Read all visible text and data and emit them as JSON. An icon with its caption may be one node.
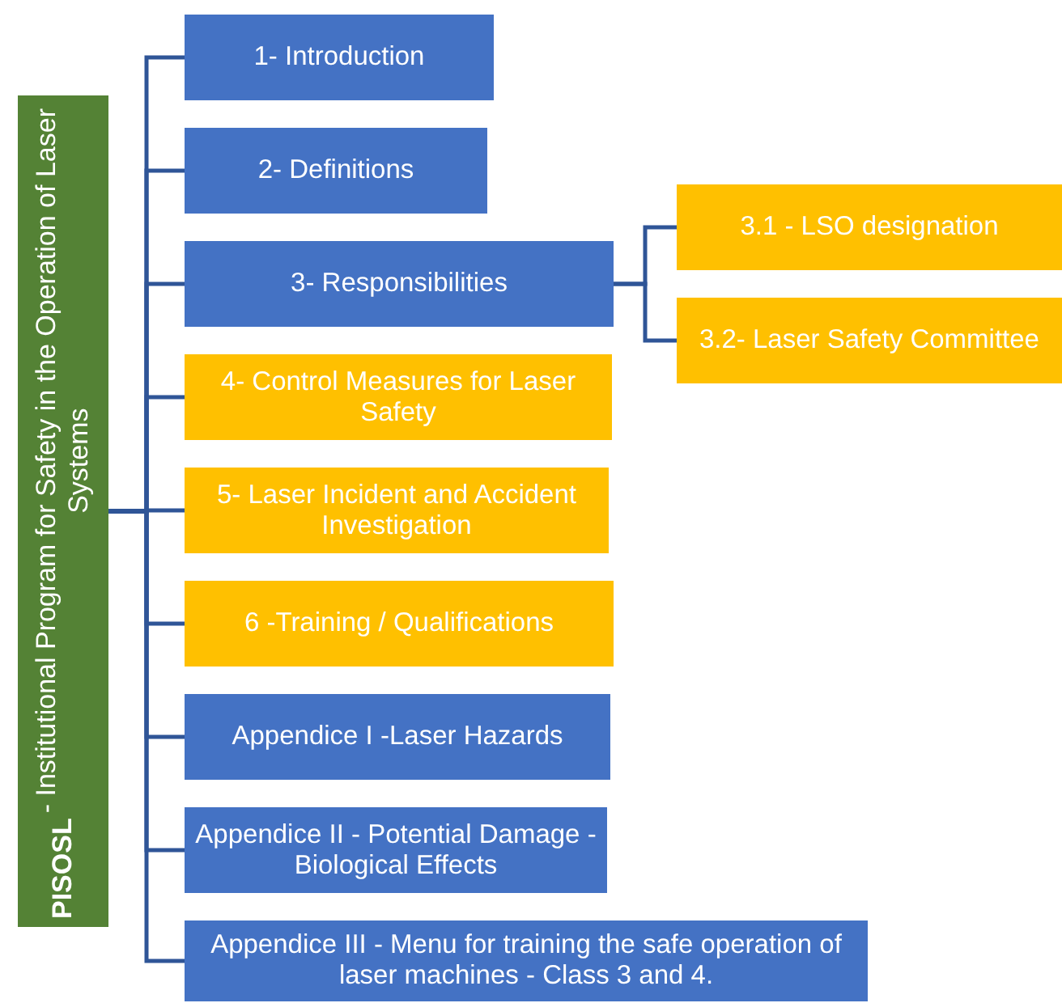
{
  "diagram": {
    "nodes": [
      {
        "text": [
          "**PISOSL** - Institutional Program for Safety in the Operation of Laser Systems"
        ]
      },
      {
        "text": [
          "1- Introduction"
        ]
      },
      {
        "text": [
          "2- Definitions"
        ]
      },
      {
        "text": [
          "3- Responsibilities"
        ]
      },
      {
        "text": [
          "4- Control Measures for Laser Safety"
        ]
      },
      {
        "text": [
          "5- Laser Incident and Accident Investigation"
        ]
      },
      {
        "text": [
          "6 -Training / Qualifications"
        ]
      },
      {
        "text": [
          "Appendice I -Laser Hazards"
        ]
      },
      {
        "text": [
          "Appendice II - Potential Damage - Biological Effects"
        ]
      },
      {
        "text": [
          "Appendice III - Menu for training the safe operation of laser machines - Class 3 and 4."
        ]
      },
      {
        "text": [
          "3.1 - LSO designation"
        ]
      },
      {
        "text": [
          "3.2- Laser Safety Committee"
        ]
      }
    ],
    "edges": [
      {
        "from": 0,
        "to": 1,
        "arrow": "none"
      },
      {
        "from": 0,
        "to": 2,
        "arrow": "none"
      },
      {
        "from": 0,
        "to": 3,
        "arrow": "none"
      },
      {
        "from": 0,
        "to": 4,
        "arrow": "none"
      },
      {
        "from": 0,
        "to": 5,
        "arrow": "none"
      },
      {
        "from": 0,
        "to": 6,
        "arrow": "none"
      },
      {
        "from": 0,
        "to": 7,
        "arrow": "none"
      },
      {
        "from": 0,
        "to": 8,
        "arrow": "none"
      },
      {
        "from": 0,
        "to": 9,
        "arrow": "none"
      },
      {
        "from": 3,
        "to": 10,
        "arrow": "none"
      },
      {
        "from": 3,
        "to": 11,
        "arrow": "none"
      }
    ]
  }
}
